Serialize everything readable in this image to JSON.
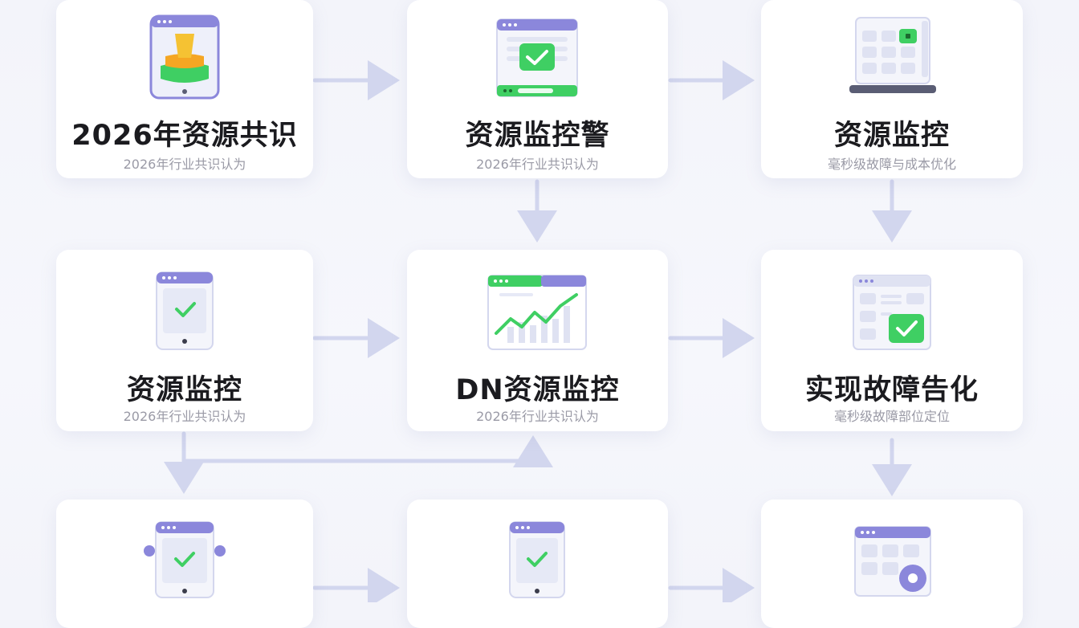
{
  "nodes": [
    {
      "id": "n1",
      "title": "2026年资源共识",
      "subtitle": "2026年行业共识认为",
      "icon": "tablet-layers-icon"
    },
    {
      "id": "n2",
      "title": "资源监控警",
      "subtitle": "2026年行业共识认为",
      "icon": "browser-check-icon"
    },
    {
      "id": "n3",
      "title": "资源监控",
      "subtitle": "毫秒级故障与成本优化",
      "icon": "laptop-grid-icon"
    },
    {
      "id": "n4",
      "title": "资源监控",
      "subtitle": "2026年行业共识认为",
      "icon": "tablet-check-icon"
    },
    {
      "id": "n5",
      "title": "DN资源监控",
      "subtitle": "2026年行业共识认为",
      "icon": "line-chart-icon"
    },
    {
      "id": "n6",
      "title": "实现故障告化",
      "subtitle": "毫秒级故障部位定位",
      "icon": "dashboard-check-icon"
    },
    {
      "id": "n7",
      "title": "",
      "subtitle": "",
      "icon": "tablet-check-icon"
    },
    {
      "id": "n8",
      "title": "",
      "subtitle": "",
      "icon": "tablet-check-icon"
    },
    {
      "id": "n9",
      "title": "",
      "subtitle": "",
      "icon": "calendar-grid-icon"
    }
  ],
  "edges": [
    {
      "from": "n1",
      "to": "n2"
    },
    {
      "from": "n2",
      "to": "n3"
    },
    {
      "from": "n2",
      "to": "n5"
    },
    {
      "from": "n3",
      "to": "n6"
    },
    {
      "from": "n4",
      "to": "n5"
    },
    {
      "from": "n5",
      "to": "n6"
    },
    {
      "from": "n4",
      "to": "n7"
    },
    {
      "from": "n4",
      "to": "n5"
    },
    {
      "from": "n6",
      "to": "n9"
    },
    {
      "from": "n7",
      "to": "n8"
    },
    {
      "from": "n8",
      "to": "n9"
    }
  ],
  "colors": {
    "arrow": "#d2d6ee",
    "accent_purple": "#8b87db",
    "accent_green": "#3fcf63",
    "accent_yellow": "#f5c233",
    "panel": "#eef0fa"
  }
}
